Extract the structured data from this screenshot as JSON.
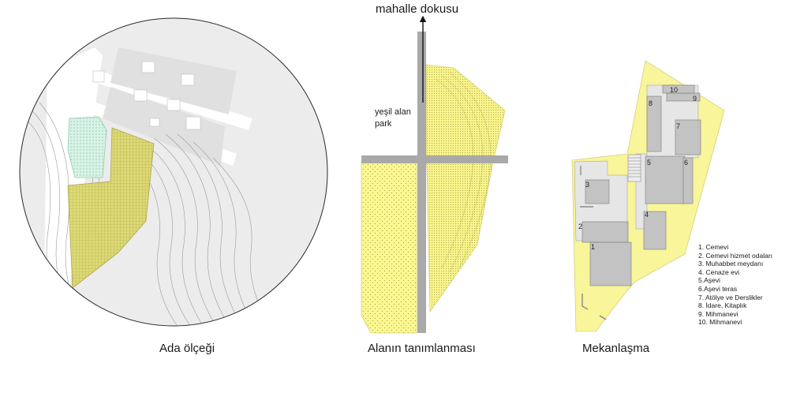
{
  "panels": [
    {
      "id": "site",
      "caption": "Ada ölçeği"
    },
    {
      "id": "definition",
      "caption": "Alanın tanımlanması"
    },
    {
      "id": "spatial",
      "caption": "Mekanlaşma"
    }
  ],
  "annotations": {
    "north_label": "mahalle dokusu",
    "green_label_line1": "yeşil alan",
    "green_label_line2": "park"
  },
  "plan_numbers": [
    "1",
    "2",
    "3",
    "4",
    "5",
    "6",
    "7",
    "8",
    "9",
    "10"
  ],
  "legend": [
    "1. Cemevi",
    "2. Cemevi hizmet odaları",
    "3. Muhabbet meydanı",
    "4. Cenaze evi",
    "5.Aşevi",
    "6.Aşevi teras",
    "7. Atölye ve Derslikler",
    "8. İdare, Kitaplık",
    "9. Mihmanevi",
    "10. Mihmanevi"
  ],
  "colors": {
    "site_yellow": "#f7f48a",
    "plan_yellow": "#f8f59a",
    "hatch_olive": "#b6b34a",
    "mint": "#cdeee0",
    "grey_block": "#c3c3c3",
    "light_grey": "#e6e6e6",
    "axis_grey": "#a9a9a9"
  }
}
